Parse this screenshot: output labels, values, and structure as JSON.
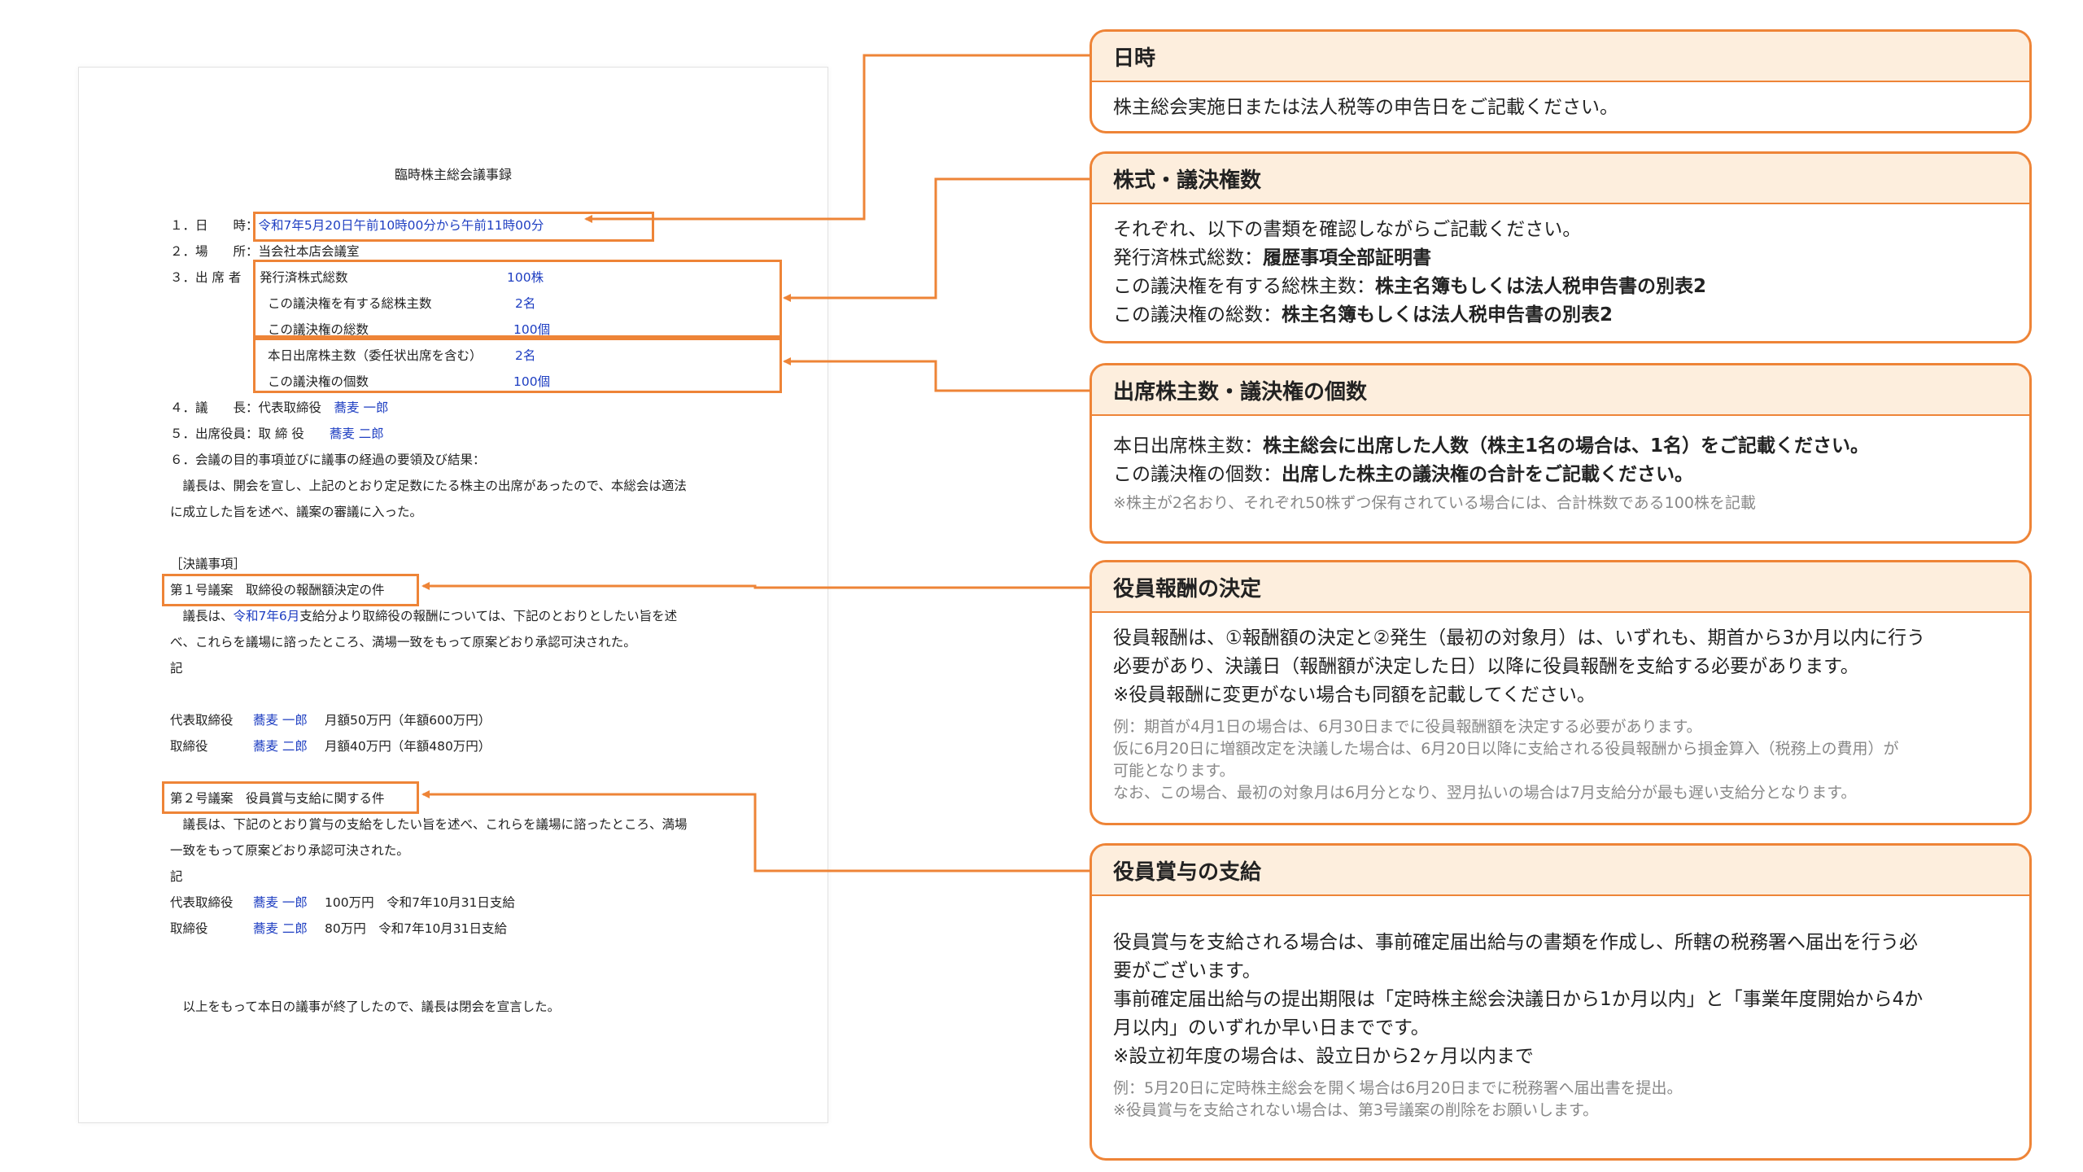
{
  "document": {
    "title": "臨時株主総会議事録",
    "l1_label": "１．日　　時：",
    "l1_value": "令和7年5月20日午前10時00分から午前11時00分",
    "l2": "２．場　　所：当会社本店会議室",
    "l3_label": "３．出 席 者",
    "issued_label": "発行済株式総数",
    "issued_value": "100株",
    "voting_shareholders_label": "この議決権を有する総株主数",
    "voting_shareholders_value": "2名",
    "voting_total_label": "この議決権の総数",
    "voting_total_value": "100個",
    "attending_label": "本日出席株主数（委任状出席を含む）",
    "attending_value": "2名",
    "attending_votes_label": "この議決権の個数",
    "attending_votes_value": "100個",
    "l4_label": "４．議　　長：代表取締役　",
    "l4_name": "蕎麦 一郎",
    "l5_label": "５．出席役員：取 締 役　　",
    "l5_name": "蕎麦 二郎",
    "l6": "６．会議の目的事項並びに議事の経過の要領及び結果：",
    "l6_p1": "　議長は、開会を宣し、上記のとおり定足数にたる株主の出席があったので、本総会は適法",
    "l6_p2": "に成立した旨を述べ、議案の審議に入った。",
    "resolutions": "［決議事項］",
    "item1_title": "第１号議案　取締役の報酬額決定の件",
    "item1_p1_a": "　議長は、",
    "item1_p1_b": "令和7年6月",
    "item1_p1_c": "支給分より取締役の報酬については、下記のとおりとしたい旨を述",
    "item1_p2": "べ、これらを議場に諮ったところ、満場一致をもって原案どおり承認可決された。",
    "ki": "記",
    "pay1_role": "代表取締役",
    "pay1_name": "蕎麦 一郎",
    "pay1_amount": "月額50万円（年額600万円）",
    "pay2_role": "取締役",
    "pay2_name": "蕎麦 二郎",
    "pay2_amount": "月額40万円（年額480万円）",
    "item2_title": "第２号議案　役員賞与支給に関する件",
    "item2_p1": "　議長は、下記のとおり賞与の支給をしたい旨を述べ、これらを議場に諮ったところ、満場",
    "item2_p2": "一致をもって原案どおり承認可決された。",
    "bonus1_role": "代表取締役",
    "bonus1_name": "蕎麦 一郎",
    "bonus1_amount": "100万円　令和7年10月31日支給",
    "bonus2_role": "取締役",
    "bonus2_name": "蕎麦 二郎",
    "bonus2_amount": "80万円　令和7年10月31日支給",
    "closing": "　以上をもって本日の議事が終了したので、議長は閉会を宣言した。"
  },
  "annotations": {
    "date": {
      "title": "日時",
      "text": "株主総会実施日または法人税等の申告日をご記載ください。"
    },
    "shares": {
      "title": "株式・議決権数",
      "intro": "それぞれ、以下の書類を確認しながらご記載ください。",
      "r1_label": "発行済株式総数：",
      "r1_value": "履歴事項全部証明書",
      "r2_label": "この議決権を有する総株主数：",
      "r2_value": "株主名簿もしくは法人税申告書の別表2",
      "r3_label": "この議決権の総数：",
      "r3_value": "株主名簿もしくは法人税申告書の別表2"
    },
    "attendance": {
      "title": "出席株主数・議決権の個数",
      "r1_label": "本日出席株主数：",
      "r1_value": "株主総会に出席した人数（株主1名の場合は、1名）をご記載ください。",
      "r2_label": "この議決権の個数：",
      "r2_value": "出席した株主の議決権の合計をご記載ください。",
      "note": "※株主が2名おり、それぞれ50株ずつ保有されている場合には、合計株数である100株を記載"
    },
    "compensation": {
      "title": "役員報酬の決定",
      "p1": "役員報酬は、①報酬額の決定と②発生（最初の対象月）は、いずれも、期首から3か月以内に行う",
      "p2": "必要があり、決議日（報酬額が決定した日）以降に役員報酬を支給する必要があります。",
      "p3": "※役員報酬に変更がない場合も同額を記載してください。",
      "n1": "例：期首が4月1日の場合は、6月30日までに役員報酬額を決定する必要があります。",
      "n2": "仮に6月20日に増額改定を決議した場合は、6月20日以降に支給される役員報酬から損金算入（税務上の費用）が",
      "n3": "可能となります。",
      "n4": "なお、この場合、最初の対象月は6月分となり、翌月払いの場合は7月支給分が最も遅い支給分となります。"
    },
    "bonus": {
      "title": "役員賞与の支給",
      "p1": "役員賞与を支給される場合は、事前確定届出給与の書類を作成し、所轄の税務署へ届出を行う必",
      "p2": "要がございます。",
      "p3": "事前確定届出給与の提出期限は「定時株主総会決議日から1か月以内」と「事業年度開始から4か",
      "p4": "月以内」のいずれか早い日までです。",
      "p5": "※設立初年度の場合は、設立日から2ヶ月以内まで",
      "n1": "例：5月20日に定時株主総会を開く場合は6月20日までに税務署へ届出書を提出。",
      "n2": "※役員賞与を支給されない場合は、第3号議案の削除をお願いします。"
    }
  },
  "colors": {
    "accent": "#ee8437",
    "header_bg": "#fdeedd",
    "doc_blue": "#1f3fc2"
  }
}
